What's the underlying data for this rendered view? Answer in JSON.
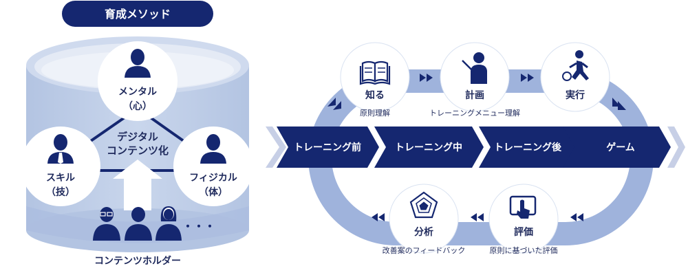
{
  "colors": {
    "navy": "#152770",
    "light_blue": "#b9c8e3",
    "mid_blue": "#97acd6",
    "pale_blue": "#d9e2f1",
    "band_blue": "#9fb3dc",
    "arrow_accent": "#c7cfe6",
    "text": "#1f2a5c"
  },
  "method": {
    "title": "育成メソッド",
    "center_label_line1": "デジタル",
    "center_label_line2": "コンテンツ化",
    "nodes": {
      "mental": {
        "line1": "メンタル",
        "line2": "（心）",
        "icon": "person-icon"
      },
      "skill": {
        "line1": "スキル",
        "line2": "（技）",
        "icon": "businessman-icon"
      },
      "physical": {
        "line1": "フィジカル",
        "line2": "（体）",
        "icon": "person-icon"
      }
    },
    "holders_label": "コンテンツホルダー",
    "holders_more": "・・・"
  },
  "cycle": {
    "stages": [
      "トレーニング前",
      "トレーニング中",
      "トレーニング後",
      "ゲーム"
    ],
    "top_nodes": [
      {
        "label": "知る",
        "caption": "原則理解",
        "icon": "book-icon"
      },
      {
        "label": "計画",
        "caption": "トレーニングメニュー理解",
        "icon": "presenter-icon"
      },
      {
        "label": "実行",
        "caption": "",
        "icon": "soccer-player-icon"
      }
    ],
    "bottom_nodes": [
      {
        "label": "分析",
        "caption": "改善案のフィードバック",
        "icon": "radar-chart-icon"
      },
      {
        "label": "評価",
        "caption": "原則に基づいた評価",
        "icon": "tablet-touch-icon"
      }
    ]
  }
}
